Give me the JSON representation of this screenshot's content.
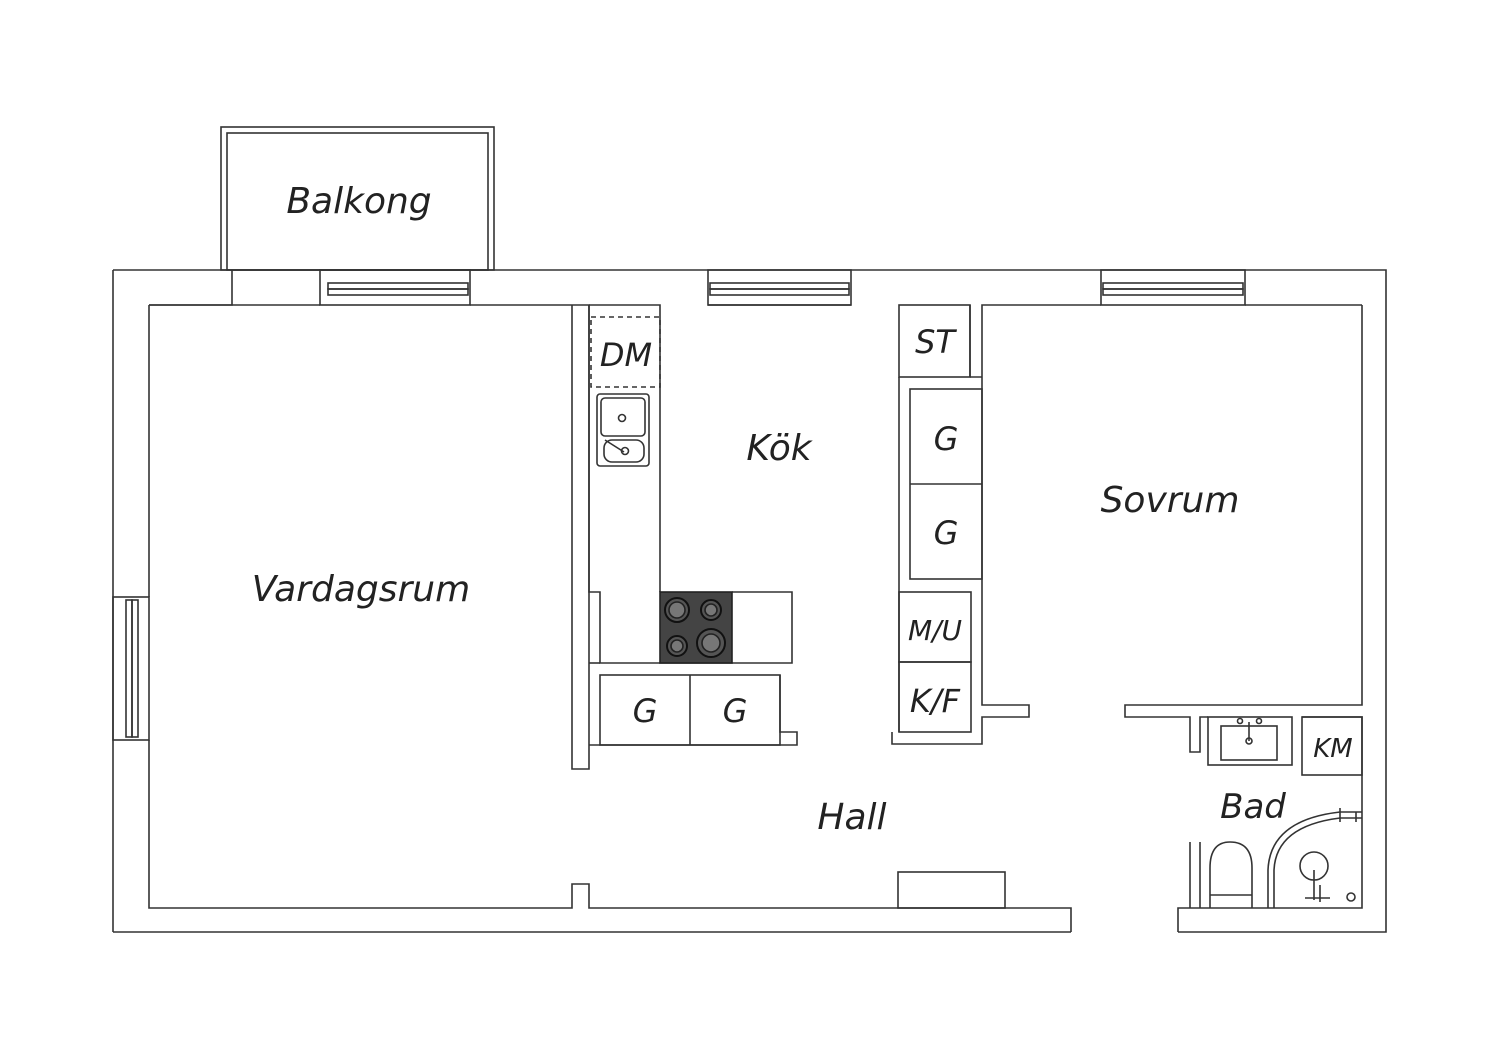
{
  "floorplan": {
    "rooms": {
      "balkong": "Balkong",
      "vardagsrum": "Vardagsrum",
      "kok": "Kök",
      "sovrum": "Sovrum",
      "hall": "Hall",
      "bad": "Bad"
    },
    "fixtures": {
      "dm": "DM",
      "st": "ST",
      "g": "G",
      "mu": "M/U",
      "kf": "K/F",
      "km": "KM"
    },
    "colors": {
      "line": "#333333",
      "stove": "#444444",
      "background": "#ffffff"
    }
  }
}
